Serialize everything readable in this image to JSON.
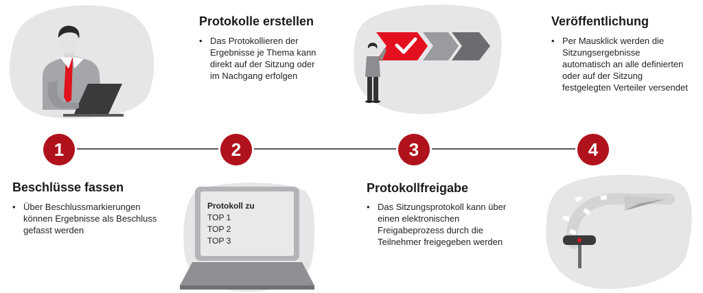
{
  "steps": [
    {
      "number": "1",
      "title": "Beschlüsse fassen",
      "text": "Über Beschlussmarkierungen können Ergebnisse als Beschluss gefasst werden"
    },
    {
      "number": "2",
      "title": "Protokolle erstellen",
      "text": "Das Protokollieren der Ergebnisse je Thema kann direkt auf der Sitzung oder im Nachgang erfolgen"
    },
    {
      "number": "3",
      "title": "Protokollfreigabe",
      "text": "Das Sitzungsprotokoll kann über einen elektronischen Freigabeprozess durch die Teilnehmer freigegeben werden"
    },
    {
      "number": "4",
      "title": "Veröffentlichung",
      "text": "Per Mausklick werden die Sitzungsergebnisse automatisch an alle definierten oder auf der Sitzung festgelegten Verteiler versendet"
    }
  ],
  "laptop_screen": {
    "heading": "Protokoll zu",
    "items": [
      "TOP 1",
      "TOP 2",
      "TOP 3"
    ]
  },
  "colors": {
    "accent_red": "#b0121c",
    "bright_red": "#e3101f",
    "blob_grey": "#e6e6e8",
    "line_grey": "#555555"
  },
  "bullet": "•"
}
